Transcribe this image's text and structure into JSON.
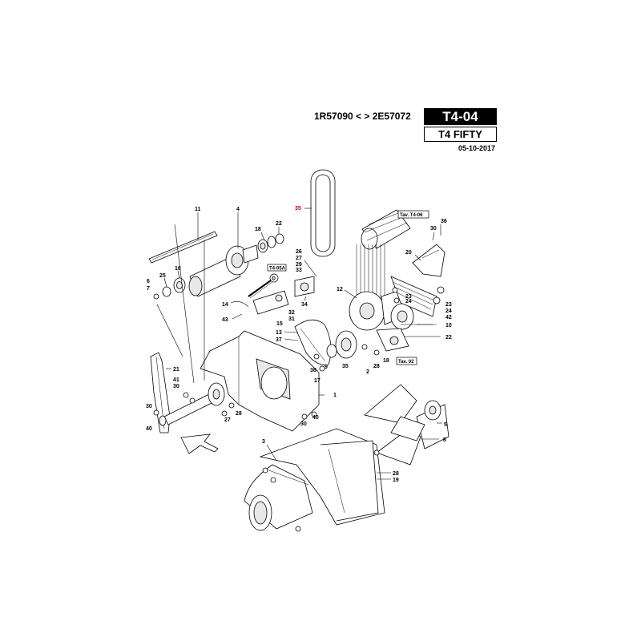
{
  "header": {
    "serial_range": "1R57090 < > 2E57072",
    "table_code": "T4-04",
    "model": "T4 FIFTY",
    "date": "05-10-2017"
  },
  "refs": {
    "tav_t406": "Tav. T4-06",
    "t4_05a": "T4-05A",
    "tav_02": "Tav. 02",
    "d_marker": "D"
  },
  "callouts": {
    "l11": "11",
    "l4": "4",
    "l18a": "18",
    "l22a": "22",
    "l18b": "18",
    "l25": "25",
    "l6": "6",
    "l7": "7",
    "l35": "35",
    "l26": "26",
    "l27a": "27",
    "l29": "29",
    "l33": "33",
    "l12": "12",
    "l36": "36",
    "l30a": "30",
    "l20": "20",
    "l14": "14",
    "l34": "34",
    "l32": "32",
    "l43": "43",
    "l15": "15",
    "l31": "31",
    "l13": "13",
    "l37": "37",
    "l23a": "23",
    "l24a": "24",
    "l23b": "23",
    "l24b": "24",
    "l42": "42",
    "l10": "10",
    "l22b": "22",
    "l9": "9",
    "l38": "38",
    "l35b": "35",
    "l28a": "28",
    "l2": "2",
    "l18c": "18",
    "l17": "17",
    "l21": "21",
    "l41": "41",
    "l30b": "30",
    "l1": "1",
    "l30c": "30",
    "l28b": "28",
    "l27b": "27",
    "l30d": "30",
    "l40a": "40",
    "l40b": "40",
    "l5": "5",
    "l8": "8",
    "l3": "3",
    "l28c": "28",
    "l19": "19"
  }
}
